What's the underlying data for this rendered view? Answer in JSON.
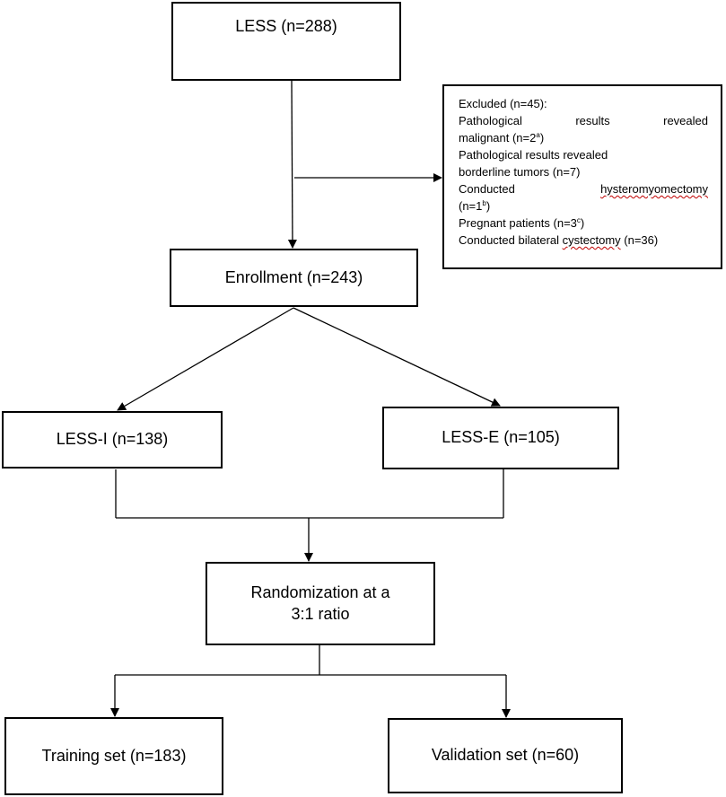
{
  "flowchart": {
    "less": "LESS (n=288)",
    "excluded": {
      "title": "Excluded (n=45):",
      "malignant_line1": [
        "Pathological",
        "results",
        "revealed"
      ],
      "malignant_line2": "malignant (n=2",
      "malignant_sup": "a",
      "malignant_close": ")",
      "borderline_line1": "Pathological results revealed",
      "borderline_line2": "borderline tumors (n=7)",
      "hystero_word1": "Conducted",
      "hystero_word2": "hysteromyomectomy",
      "hystero_line2": "(n=1",
      "hystero_sup": "b",
      "hystero_close": ")",
      "pregnant": "Pregnant patients (n=3",
      "pregnant_sup": "c",
      "pregnant_close": ")",
      "bilateral_a": "Conducted bilateral ",
      "bilateral_b": "cystectomy",
      "bilateral_c": " (n=36)"
    },
    "enrollment": "Enrollment (n=243)",
    "less_i": "LESS-I (n=138)",
    "less_e": "LESS-E (n=105)",
    "randomization_line1": "Randomization at a",
    "randomization_line2": "3:1 ratio",
    "training": "Training set (n=183)",
    "validation": "Validation set (n=60)"
  }
}
